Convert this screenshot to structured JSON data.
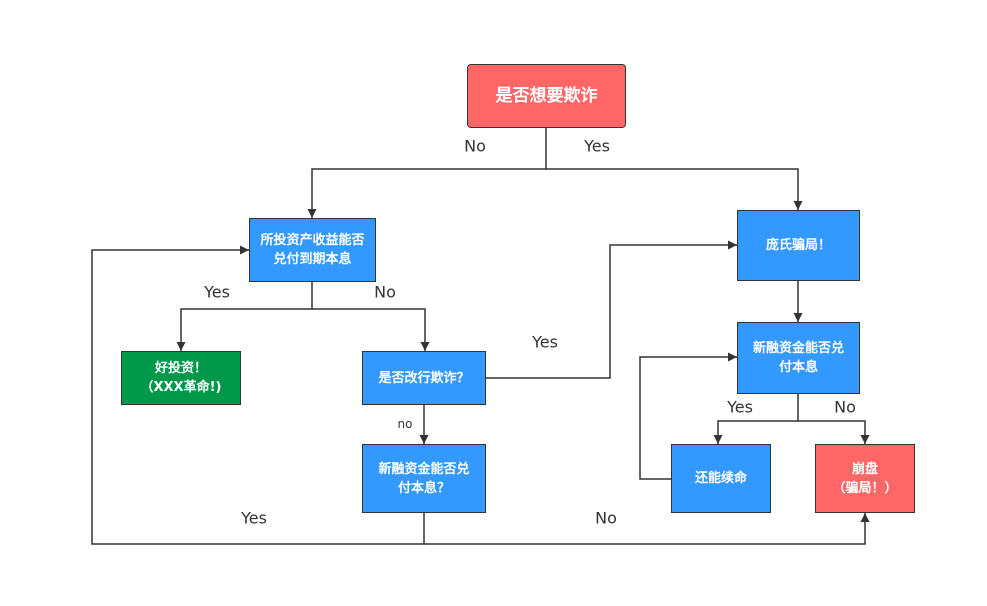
{
  "colors": {
    "decision_red": "#FF6666",
    "process_blue": "#3399FF",
    "success_green": "#00994C",
    "stroke": "#333333",
    "box_text": "#FFFFFF"
  },
  "nodes": {
    "start": {
      "text": "是否想要欺诈"
    },
    "investment_check": {
      "line1": "所投资产收益能否",
      "line2": "兑付到期本息"
    },
    "good_investment": {
      "line1": "好投资！",
      "line2": "（XXX革命!)"
    },
    "switch_to_fraud": {
      "text": "是否改行欺诈？"
    },
    "refinance_check_left": {
      "line1": "新融资金能否兑",
      "line2": "付本息？"
    },
    "ponzi": {
      "text": "庞氏骗局！"
    },
    "refinance_check_right": {
      "line1": "新融资金能否兑",
      "line2": "付本息"
    },
    "extend_life": {
      "text": "还能续命"
    },
    "collapse": {
      "line1": "崩盘",
      "line2": "（骗局！）"
    }
  },
  "edge_labels": {
    "start_no": "No",
    "start_yes": "Yes",
    "investment_yes": "Yes",
    "investment_no": "No",
    "switch_yes": "Yes",
    "switch_no": "no",
    "refinance_right_yes": "Yes",
    "refinance_right_no": "No",
    "refinance_left_yes": "Yes",
    "refinance_left_no": "No"
  }
}
